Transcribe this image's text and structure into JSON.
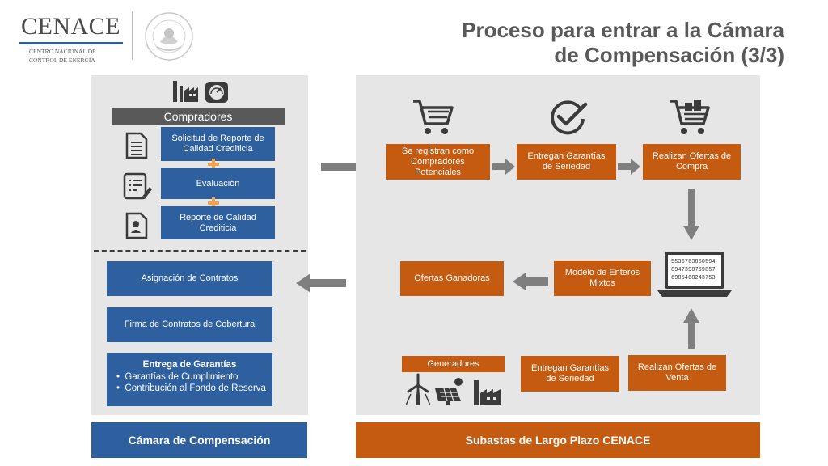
{
  "logo": {
    "name": "CENACE",
    "subtitle_line1": "CENTRO NACIONAL DE",
    "subtitle_line2": "CONTROL DE ENERGÍA",
    "seal_icon": "mexican-coat-of-arms-seal"
  },
  "title": {
    "line1": "Proceso para entrar a la Cámara",
    "line2": "de Compensación (3/3)"
  },
  "left": {
    "header": "Compradores",
    "steps": [
      "Solicitud de Reporte de Calidad Crediticia",
      "Evaluación",
      "Reporte de Calidad Crediticia"
    ],
    "contracts": [
      "Asignación de Contratos",
      "Firma de Contratos de Cobertura"
    ],
    "guarantees": {
      "title": "Entrega de Garantías",
      "items": [
        "Garantías de Cumplimiento",
        "Contribución al Fondo de Reserva"
      ]
    },
    "footer": "Cámara de Compensación"
  },
  "right": {
    "row1": [
      "Se registran como Compradores Potenciales",
      "Entregan Garantías de Seriedad",
      "Realizan Ofertas de Compra"
    ],
    "row2": [
      "Ofertas Ganadoras",
      "Modelo de Enteros Mixtos"
    ],
    "laptop_numbers": [
      "5536763850594",
      "8947398769857",
      "6985468243753"
    ],
    "generators_label": "Generadores",
    "row3": [
      "Entregan  Garantías de Seriedad",
      "Realizan Ofertas de Venta"
    ],
    "footer": "Subastas de Largo Plazo CENACE"
  },
  "colors": {
    "blue": "#2e5f9e",
    "orange": "#c55a11",
    "gray_panel": "#e7e6e6",
    "dark_gray": "#595959"
  }
}
